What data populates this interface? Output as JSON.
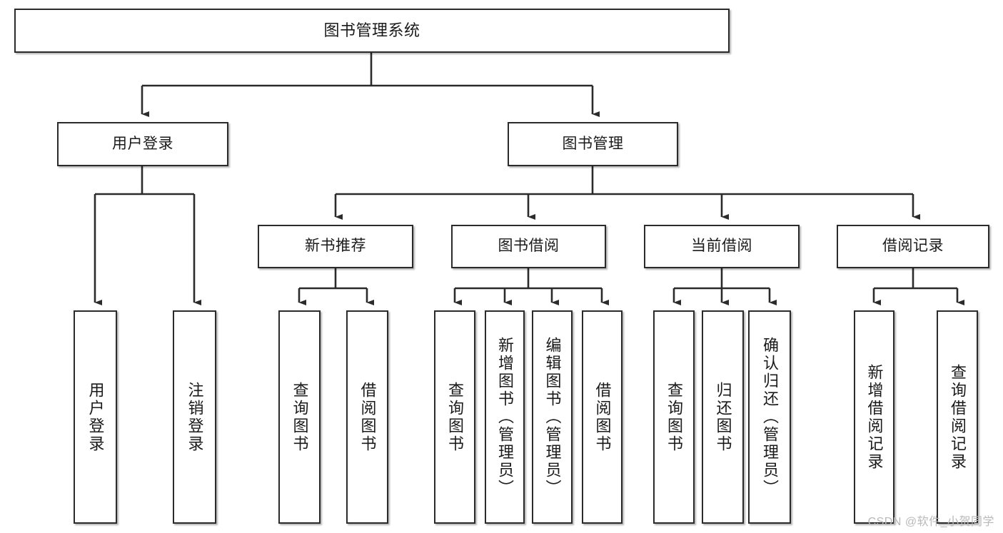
{
  "diagram": {
    "title": "图书管理系统",
    "type": "tree-hierarchy",
    "style": {
      "box_border_color": "#2b2b2b",
      "box_fill_color": "#ffffff",
      "connector_color": "#2b2b2b",
      "text_color": "#1a1a1a",
      "background_color": "#ffffff",
      "watermark_color": "#b9b9b9"
    },
    "watermark": "CSDN @软件_小贺同学",
    "nodes": {
      "root": {
        "label": "图书管理系统",
        "level": 0
      },
      "level1": [
        {
          "id": "user-login",
          "label": "用户登录"
        },
        {
          "id": "book-management",
          "label": "图书管理"
        }
      ],
      "level2": [
        {
          "id": "new-book-recommend",
          "label": "新书推荐",
          "parent": "book-management"
        },
        {
          "id": "book-borrow",
          "label": "图书借阅",
          "parent": "book-management"
        },
        {
          "id": "current-borrow",
          "label": "当前借阅",
          "parent": "book-management"
        },
        {
          "id": "borrow-record",
          "label": "借阅记录",
          "parent": "book-management"
        }
      ],
      "leaves": [
        {
          "id": "leaf-user-login",
          "label": "用户登录",
          "parent": "user-login"
        },
        {
          "id": "leaf-logout",
          "label": "注销登录",
          "parent": "user-login"
        },
        {
          "id": "leaf-query-book-1",
          "label": "查询图书",
          "parent": "new-book-recommend"
        },
        {
          "id": "leaf-borrow-book-1",
          "label": "借阅图书",
          "parent": "new-book-recommend"
        },
        {
          "id": "leaf-query-book-2",
          "label": "查询图书",
          "parent": "book-borrow"
        },
        {
          "id": "leaf-add-book",
          "label": "新增图书（管理员）",
          "parent": "book-borrow"
        },
        {
          "id": "leaf-edit-book",
          "label": "编辑图书（管理员）",
          "parent": "book-borrow"
        },
        {
          "id": "leaf-borrow-book-2",
          "label": "借阅图书",
          "parent": "book-borrow"
        },
        {
          "id": "leaf-query-book-3",
          "label": "查询图书",
          "parent": "current-borrow"
        },
        {
          "id": "leaf-return-book",
          "label": "归还图书",
          "parent": "current-borrow"
        },
        {
          "id": "leaf-confirm-return",
          "label": "确认归还（管理员）",
          "parent": "current-borrow"
        },
        {
          "id": "leaf-add-record",
          "label": "新增借阅记录",
          "parent": "borrow-record"
        },
        {
          "id": "leaf-query-record",
          "label": "查询借阅记录",
          "parent": "borrow-record"
        }
      ]
    }
  }
}
